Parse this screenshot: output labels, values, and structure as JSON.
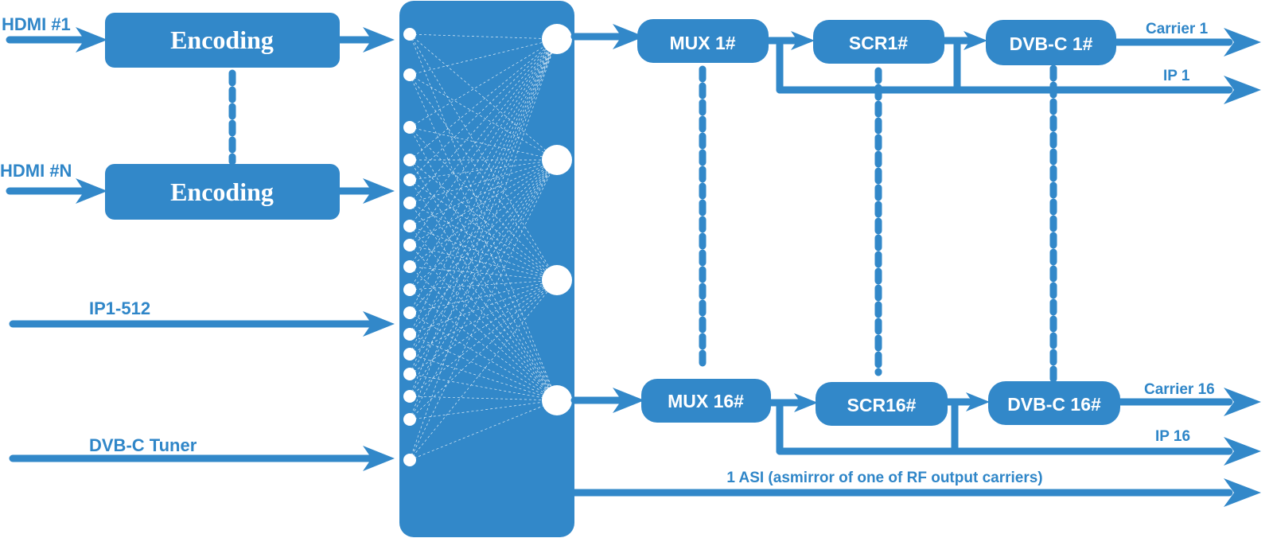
{
  "inputs": {
    "hdmi1": "HDMI #1",
    "hdmiN": "HDMI #N",
    "ip": "IP1-512",
    "tuner": "DVB-C Tuner"
  },
  "encoders": {
    "enc1": "Encoding",
    "encN": "Encoding"
  },
  "chain_top": {
    "mux": "MUX 1#",
    "scr": "SCR1#",
    "dvbc": "DVB-C 1#",
    "carrier": "Carrier 1",
    "ip": "IP 1"
  },
  "chain_bottom": {
    "mux": "MUX 16#",
    "scr": "SCR16#",
    "dvbc": "DVB-C 16#",
    "carrier": "Carrier 16",
    "ip": "IP 16"
  },
  "asi": "1 ASI (asmirror of one of RF output carriers)",
  "colors": {
    "primary": "#3288c9",
    "label": "#2f86c8"
  }
}
